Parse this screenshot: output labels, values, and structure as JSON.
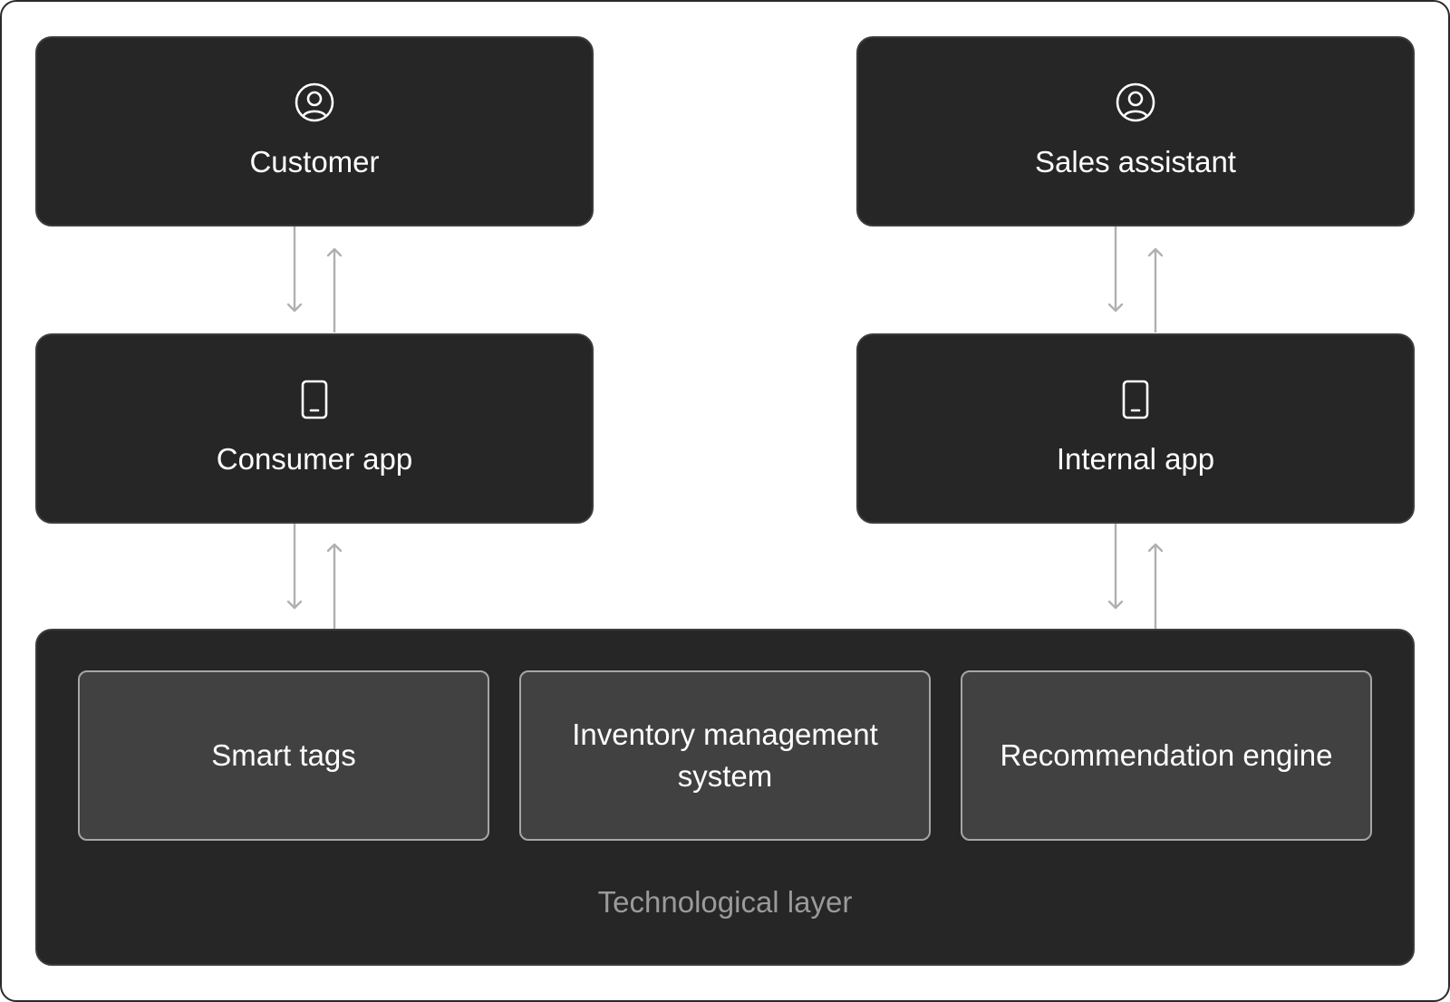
{
  "nodes": {
    "customer": {
      "label": "Customer",
      "icon": "user-circle-icon"
    },
    "sales_assistant": {
      "label": "Sales assistant",
      "icon": "user-circle-icon"
    },
    "consumer_app": {
      "label": "Consumer app",
      "icon": "mobile-phone-icon"
    },
    "internal_app": {
      "label": "Internal app",
      "icon": "mobile-phone-icon"
    }
  },
  "tech_layer": {
    "label": "Technological layer",
    "components": [
      "Smart tags",
      "Inventory management system",
      "Recommendation engine"
    ]
  },
  "colors": {
    "node_bg": "#262626",
    "sub_bg": "#414141",
    "arrow": "#b0b0b0",
    "muted_text": "#9a9a9a"
  }
}
